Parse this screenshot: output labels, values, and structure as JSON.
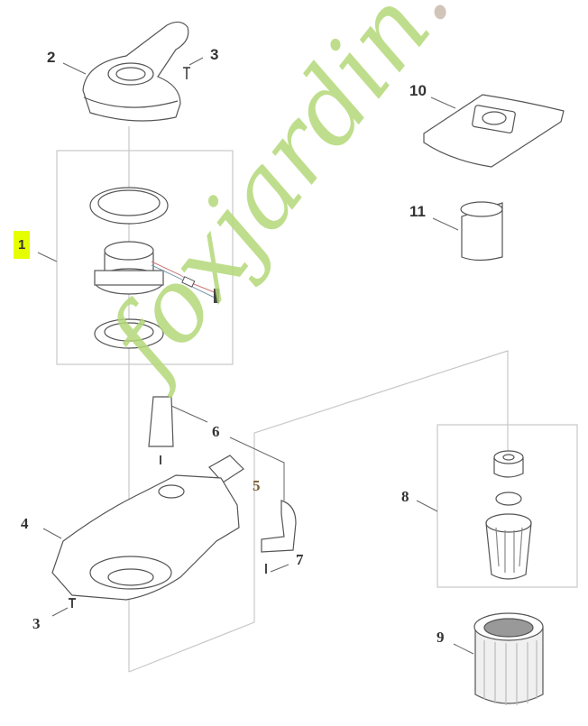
{
  "diagram": {
    "type": "exploded-parts-diagram",
    "callouts": [
      {
        "id": "1",
        "label": "1",
        "part": "motor-assembly",
        "highlighted": true
      },
      {
        "id": "2",
        "label": "2",
        "part": "motor-cover"
      },
      {
        "id": "3a",
        "label": "3",
        "part": "screw-top"
      },
      {
        "id": "3b",
        "label": "3",
        "part": "screw-bottom"
      },
      {
        "id": "4",
        "label": "4",
        "part": "motor-housing-base"
      },
      {
        "id": "5",
        "label": "5",
        "part": "switch-cap"
      },
      {
        "id": "6",
        "label": "6",
        "part": "handle-clip-and-cable"
      },
      {
        "id": "7",
        "label": "7",
        "part": "cable-clamp-screw"
      },
      {
        "id": "8",
        "label": "8",
        "part": "filter-cage-assembly"
      },
      {
        "id": "9",
        "label": "9",
        "part": "cartridge-filter"
      },
      {
        "id": "10",
        "label": "10",
        "part": "dust-bag"
      },
      {
        "id": "11",
        "label": "11",
        "part": "foam-filter-sleeve"
      }
    ],
    "highlight_color": "#e6ff00",
    "line_color": "#c8c8c8",
    "label_color": "#333333"
  },
  "watermark": {
    "text_main": "foxjardin",
    "text_suffix": ".com",
    "color_green": "#b5d97a",
    "color_orange": "#f5b26b",
    "color_brown": "#c9bcae"
  }
}
